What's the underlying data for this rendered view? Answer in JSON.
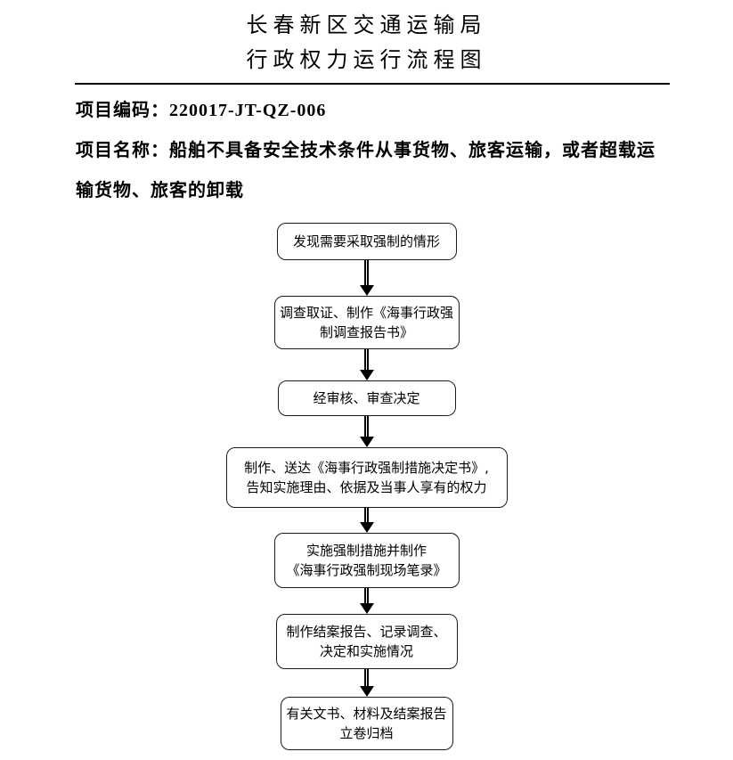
{
  "header": {
    "title_line1": "长春新区交通运输局",
    "title_line2": "行政权力运行流程图"
  },
  "meta": {
    "code_label": "项目编码：",
    "code_value": "220017-JT-QZ-006",
    "name_line1": "项目名称：船舶不具备安全技术条件从事货物、旅客运输，或者超载运",
    "name_line2": "输货物、旅客的卸载"
  },
  "flowchart": {
    "steps": [
      {
        "lines": [
          "发现需要采取强制的情形"
        ]
      },
      {
        "lines": [
          "调查取证、制作《海事行政强",
          "制调查报告书》"
        ]
      },
      {
        "lines": [
          "经审核、审查决定"
        ]
      },
      {
        "lines": [
          "制作、送达《海事行政强制措施决定书》,",
          "告知实施理由、依据及当事人享有的权力"
        ]
      },
      {
        "lines": [
          "实施强制措施并制作",
          "《海事行政强制现场笔录》"
        ]
      },
      {
        "lines": [
          "制作结案报告、记录调查、",
          "决定和实施情况"
        ]
      },
      {
        "lines": [
          "有关文书、材料及结案报告",
          "立卷归档"
        ]
      }
    ]
  },
  "colors": {
    "background": "#ffffff",
    "text": "#000000",
    "box_border": "#1c1c1c",
    "arrow": "#000000"
  }
}
